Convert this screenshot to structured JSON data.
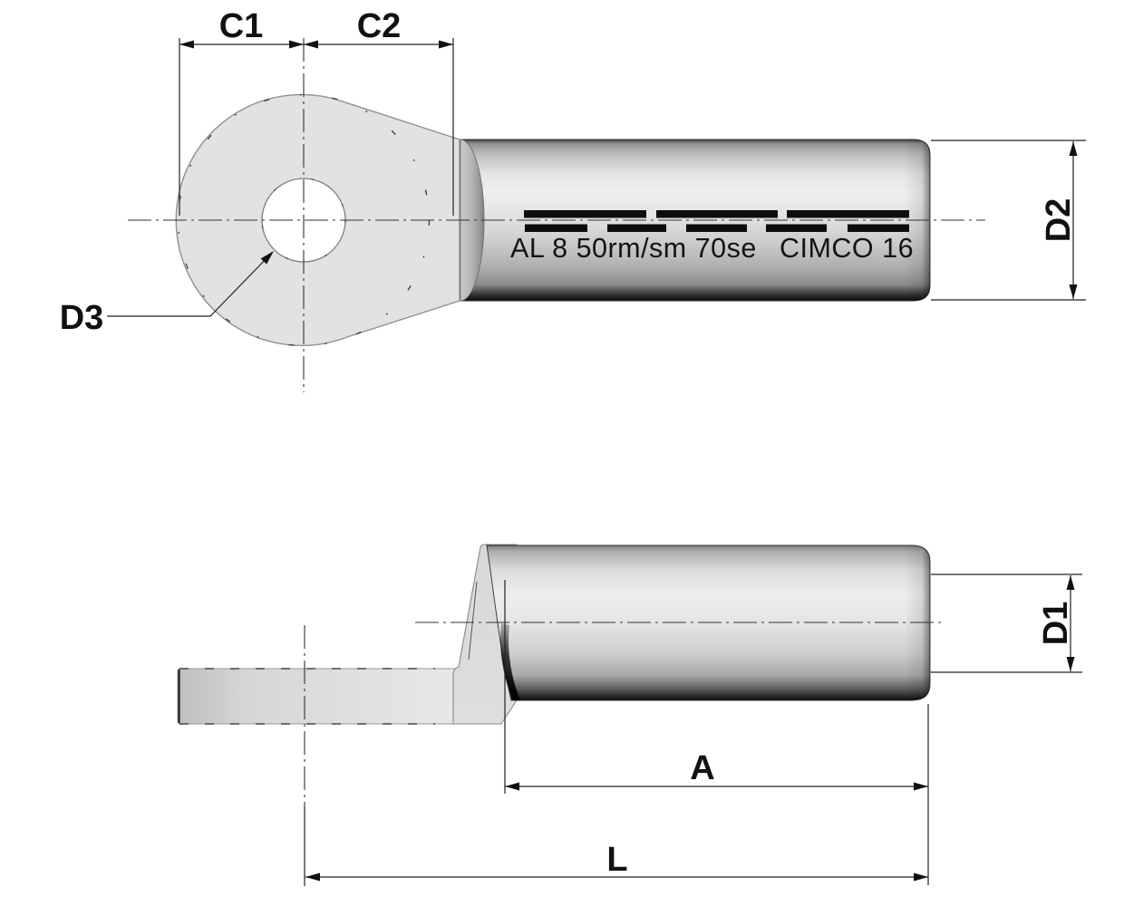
{
  "drawing": {
    "title": "cable-lug-technical-drawing",
    "views": [
      "side-view-with-ring",
      "profile-view"
    ],
    "dimension_labels": {
      "c1": "C1",
      "c2": "C2",
      "d1": "D1",
      "d2": "D2",
      "d3": "D3",
      "a": "A",
      "l": "L"
    },
    "barrel_marking": {
      "left": "AL 8 50rm/sm 70se",
      "right": "CIMCO 16"
    },
    "colors": {
      "background": "#ffffff",
      "line": "#1a1a1a",
      "ring_fill": "#e2e2e2",
      "barrel_highlight": "#efefef",
      "barrel_shadow": "#0a0a0a",
      "cap_gray": "#9a9a9a",
      "palm_fill": "#d9d9d9",
      "label_color": "#111111"
    }
  }
}
